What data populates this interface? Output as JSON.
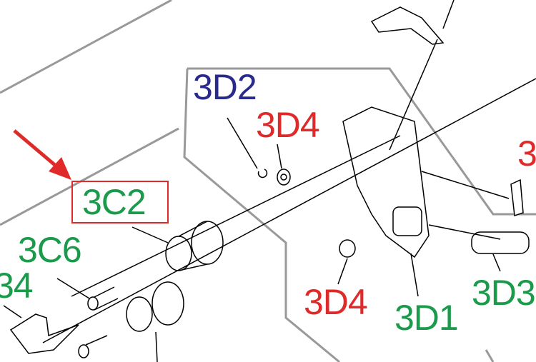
{
  "diagram": {
    "labels": {
      "l3d2": "3D2",
      "l3d4_top": "3D4",
      "l3c2": "3C2",
      "l3c6": "3C6",
      "l34": "34",
      "l3d4_bottom": "3D4",
      "l3d1": "3D1",
      "l3d3": "3D3",
      "l3_right": "3"
    },
    "colors": {
      "green": "#1a9a4a",
      "red": "#e02a2a",
      "blue": "#2a2a8c",
      "frame": "#999999"
    },
    "highlighted_part": "3C2"
  }
}
